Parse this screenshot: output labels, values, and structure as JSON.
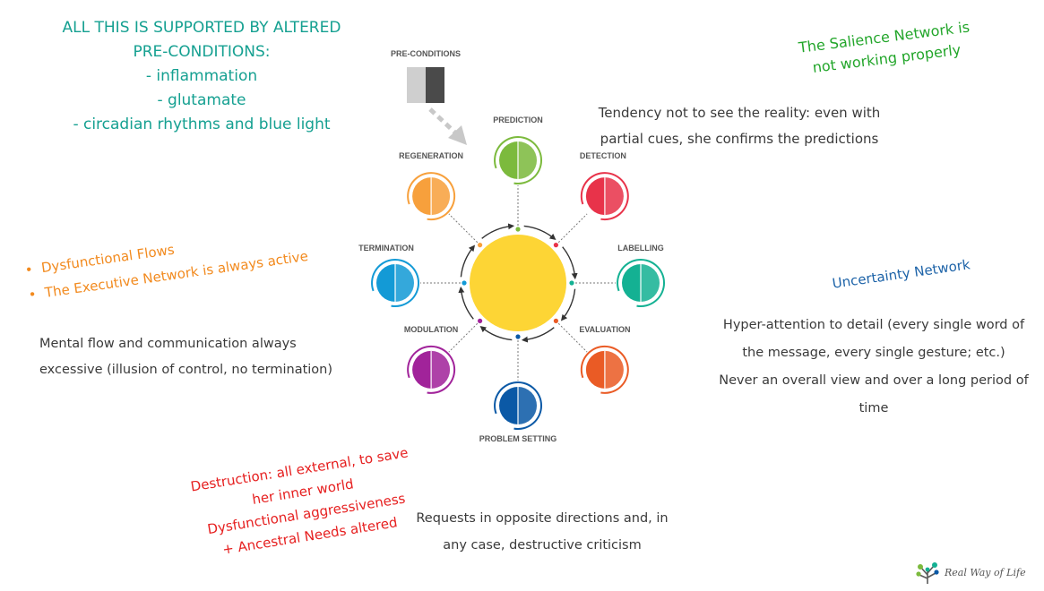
{
  "preconditions_note": {
    "line1": "ALL THIS IS SUPPORTED BY ALTERED",
    "line2": "PRE-CONDITIONS:",
    "items": [
      "- inflammation",
      "- glutamate",
      "- circadian rhythms and blue light"
    ]
  },
  "salience_note": {
    "line1": "The Salience Network is",
    "line2": "not working properly"
  },
  "tendency_note": {
    "line1": "Tendency not to see the reality: even with",
    "line2": "partial cues, she confirms the predictions"
  },
  "executive_note": {
    "bullets": [
      "Dysfunctional Flows",
      "The Executive Network is always active"
    ]
  },
  "mental_flow_note": {
    "line1": "Mental flow and communication always",
    "line2": "excessive (illusion of control, no termination)"
  },
  "uncertainty_note": {
    "title": "Uncertainty Network",
    "line1": "Hyper-attention to detail (every single word of",
    "line2": "the message, every single gesture; etc.)",
    "line3": "Never an overall view and over a long period of",
    "line4": "time"
  },
  "destruction_note": {
    "lines": [
      "Destruction: all external, to save",
      "her inner world",
      "Dysfunctional aggressiveness",
      "+ Ancestral Needs altered"
    ]
  },
  "requests_note": {
    "line1": "Requests in opposite directions and, in",
    "line2": "any case, destructive criticism"
  },
  "logo": {
    "text": "Real Way of Life"
  },
  "diagram": {
    "preconditions_label": "PRE-CONDITIONS",
    "center_color": "#fdd535",
    "nodes": [
      {
        "name": "prediction",
        "label": "PREDICTION",
        "color": "#7cba3d"
      },
      {
        "name": "detection",
        "label": "DETECTION",
        "color": "#e8334a"
      },
      {
        "name": "labelling",
        "label": "LABELLING",
        "color": "#14b193"
      },
      {
        "name": "evaluation",
        "label": "EVALUATION",
        "color": "#ea5b25"
      },
      {
        "name": "problem-setting",
        "label": "PROBLEM SETTING",
        "color": "#0b59a6"
      },
      {
        "name": "modulation",
        "label": "MODULATION",
        "color": "#a1239a"
      },
      {
        "name": "termination",
        "label": "TERMINATION",
        "color": "#139ad6"
      },
      {
        "name": "regeneration",
        "label": "REGENERATION",
        "color": "#f7a03c"
      }
    ]
  }
}
